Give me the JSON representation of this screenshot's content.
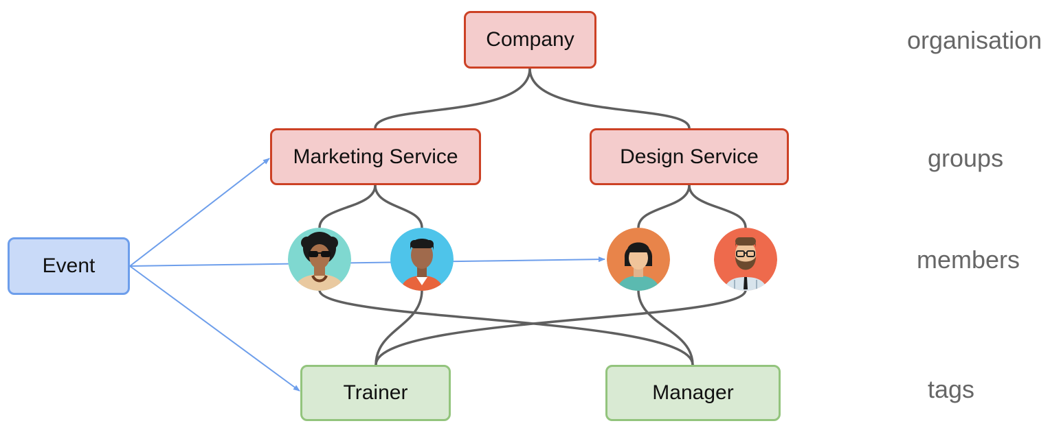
{
  "nodes": {
    "company": "Company",
    "marketing": "Marketing Service",
    "design": "Design Service",
    "event": "Event",
    "trainer": "Trainer",
    "manager": "Manager"
  },
  "levels": {
    "organisation": "organisation",
    "groups": "groups",
    "members": "members",
    "tags": "tags"
  },
  "members": [
    {
      "name": "member-afro-sunglasses",
      "bg": "#7fd8d0",
      "icon": "afro-sunglasses-avatar"
    },
    {
      "name": "member-short-hair",
      "bg": "#4ec4ea",
      "icon": "short-hair-avatar"
    },
    {
      "name": "member-bob-hair",
      "bg": "#e8844a",
      "icon": "bob-hair-avatar"
    },
    {
      "name": "member-bearded-glasses",
      "bg": "#ee6a4c",
      "icon": "bearded-glasses-avatar"
    }
  ],
  "colors": {
    "red_fill": "#f4cccc",
    "red_stroke": "#cc4125",
    "blue_fill": "#c9daf8",
    "blue_stroke": "#6d9eeb",
    "green_fill": "#d9ead3",
    "green_stroke": "#93c47d",
    "connector": "#5f5f5f",
    "arrow": "#6d9eeb"
  }
}
